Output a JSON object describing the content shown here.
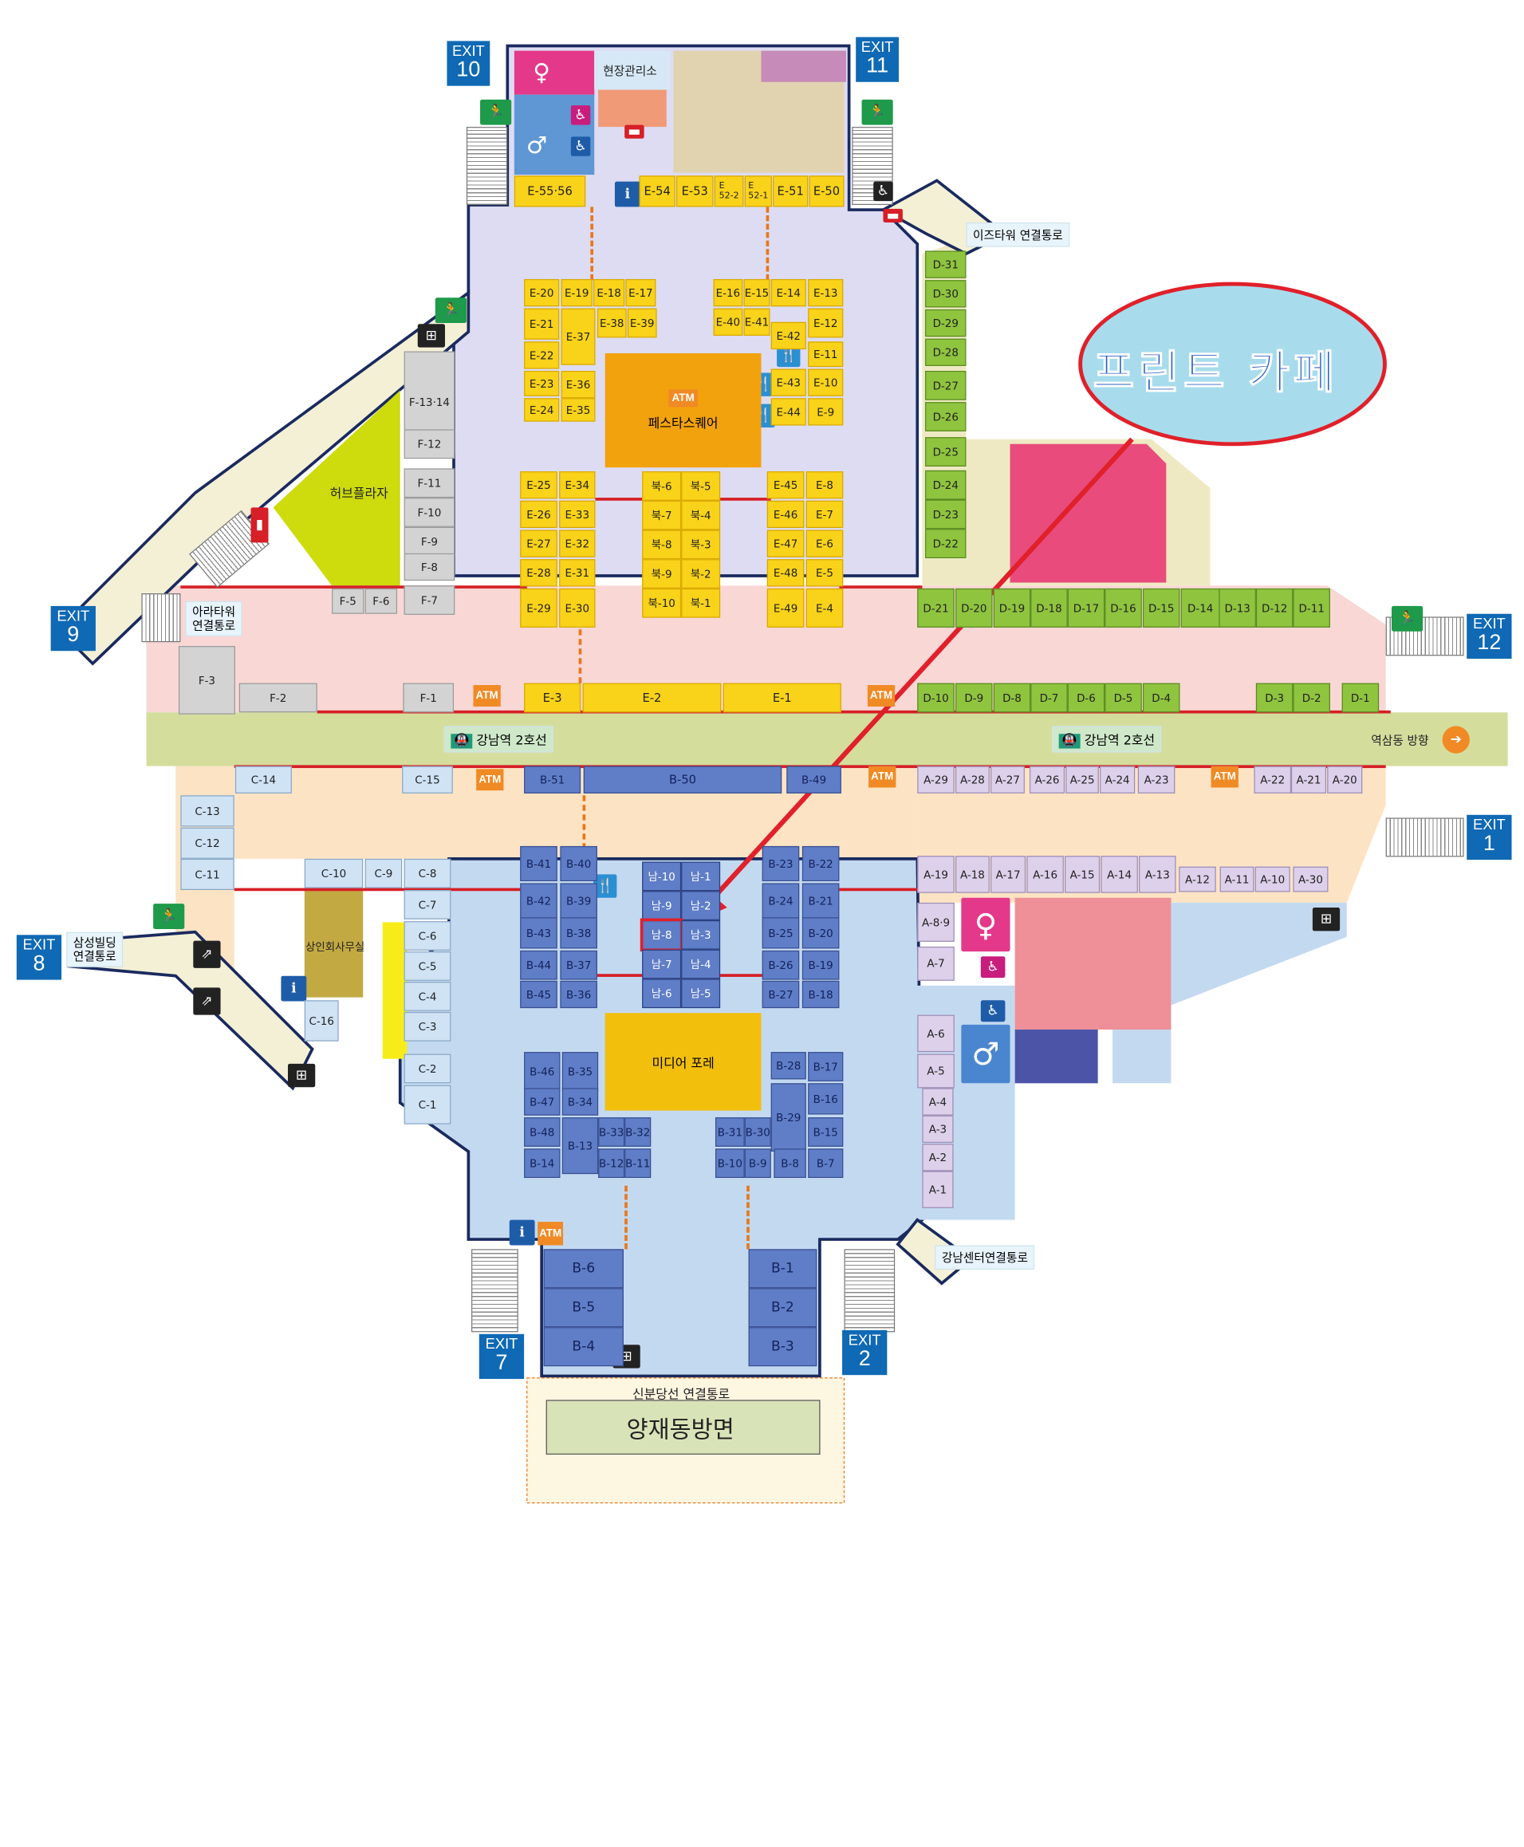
{
  "exits": [
    {
      "id": "exit-10",
      "label": "EXIT",
      "number": "10"
    },
    {
      "id": "exit-11",
      "label": "EXIT",
      "number": "11"
    },
    {
      "id": "exit-9",
      "label": "EXIT",
      "number": "9"
    },
    {
      "id": "exit-12",
      "label": "EXIT",
      "number": "12"
    },
    {
      "id": "exit-8",
      "label": "EXIT",
      "number": "8"
    },
    {
      "id": "exit-1",
      "label": "EXIT",
      "number": "1"
    },
    {
      "id": "exit-7",
      "label": "EXIT",
      "number": "7"
    },
    {
      "id": "exit-2",
      "label": "EXIT",
      "number": "2"
    }
  ],
  "labels": {
    "site_office": "현장관리소",
    "ez_tower": "이즈타워 연결통로",
    "hub_plaza": "허브플라자",
    "ara_tower": "아라타워\n연결통로",
    "samsung_building": "삼성빌딩\n연결통로",
    "festa_square": "페스타스퀘어",
    "media_pore": "미디어 포레",
    "merchants_office": "상인회사무실",
    "line2_left": "강남역 2호선",
    "line2_right": "강남역 2호선",
    "yeoksam": "역삼동 방향",
    "gangnam_center": "강남센터연결통로",
    "sinbundang": "신분당선 연결통로",
    "yangjae": "양재동방면",
    "callout": "프린트 카페",
    "atm": "ATM"
  },
  "stalls": {
    "e_top": [
      "E-55·56",
      "E-54",
      "E-53",
      "E\n52-2",
      "E\n52-1",
      "E-51",
      "E-50"
    ],
    "e_left": [
      "E-20",
      "E-19",
      "E-18",
      "E-17",
      "E-21",
      "E-37",
      "E-38",
      "E-39",
      "E-22",
      "E-23",
      "E-36",
      "E-24",
      "E-35",
      "E-25",
      "E-34",
      "E-26",
      "E-33",
      "E-27",
      "E-32",
      "E-28",
      "E-31",
      "E-29",
      "E-30"
    ],
    "e_right": [
      "E-16",
      "E-15",
      "E-14",
      "E-13",
      "E-40",
      "E-41",
      "E-12",
      "E-42",
      "E-11",
      "E-43",
      "E-10",
      "E-44",
      "E-9",
      "E-45",
      "E-8",
      "E-46",
      "E-7",
      "E-47",
      "E-6",
      "E-48",
      "E-5",
      "E-49",
      "E-4"
    ],
    "north": [
      "북-6",
      "북-5",
      "북-7",
      "북-4",
      "북-8",
      "북-3",
      "북-9",
      "북-2",
      "북-10",
      "북-1"
    ],
    "e_bottom": [
      "E-3",
      "E-2",
      "E-1"
    ],
    "f": [
      "F-13·14",
      "F-12",
      "F-11",
      "F-10",
      "F-9",
      "F-8",
      "F-5",
      "F-6",
      "F-7",
      "F-3",
      "F-2",
      "F-1"
    ],
    "d_col": [
      "D-31",
      "D-30",
      "D-29",
      "D-28",
      "D-27",
      "D-26",
      "D-25",
      "D-24",
      "D-23",
      "D-22"
    ],
    "d_row1": [
      "D-21",
      "D-20",
      "D-19",
      "D-18",
      "D-17",
      "D-16",
      "D-15",
      "D-14",
      "D-13",
      "D-12",
      "D-11"
    ],
    "d_row2": [
      "D-10",
      "D-9",
      "D-8",
      "D-7",
      "D-6",
      "D-5",
      "D-4",
      "D-3",
      "D-2",
      "D-1"
    ],
    "c": [
      "C-14",
      "C-13",
      "C-12",
      "C-11",
      "C-15",
      "C-10",
      "C-9",
      "C-8",
      "C-7",
      "C-6",
      "C-5",
      "C-4",
      "C-3",
      "C-16",
      "C-2",
      "C-1"
    ],
    "b_top": [
      "B-51",
      "B-50",
      "B-49"
    ],
    "b_left": [
      "B-41",
      "B-40",
      "B-42",
      "B-39",
      "B-43",
      "B-38",
      "B-44",
      "B-37",
      "B-45",
      "B-36",
      "B-46",
      "B-35",
      "B-47",
      "B-34",
      "B-48",
      "B-13",
      "B-33",
      "B-32",
      "B-14",
      "B-12",
      "B-11"
    ],
    "b_right": [
      "B-23",
      "B-22",
      "B-24",
      "B-21",
      "B-25",
      "B-20",
      "B-26",
      "B-19",
      "B-27",
      "B-18",
      "B-28",
      "B-17",
      "B-16",
      "B-29",
      "B-15",
      "B-31",
      "B-30",
      "B-10",
      "B-9",
      "B-8",
      "B-7"
    ],
    "south": [
      "남-10",
      "남-1",
      "남-9",
      "남-2",
      "남-8",
      "남-3",
      "남-7",
      "남-4",
      "남-6",
      "남-5"
    ],
    "b_exit": [
      "B-6",
      "B-5",
      "B-4",
      "B-1",
      "B-2",
      "B-3"
    ],
    "a_top": [
      "A-29",
      "A-28",
      "A-27",
      "A-26",
      "A-25",
      "A-24",
      "A-23",
      "A-22",
      "A-21",
      "A-20"
    ],
    "a_mid": [
      "A-19",
      "A-18",
      "A-17",
      "A-16",
      "A-15",
      "A-14",
      "A-13",
      "A-12",
      "A-11",
      "A-10",
      "A-30"
    ],
    "a_col": [
      "A-8·9",
      "A-7",
      "A-6",
      "A-5",
      "A-4",
      "A-3",
      "A-2",
      "A-1"
    ]
  },
  "highlight": {
    "stall": "남-8",
    "color": "#e0202a"
  },
  "colors": {
    "e_zone": "#f9d21a",
    "d_zone": "#8fc43f",
    "b_zone": "#5f7ec7",
    "a_zone": "#ddd0ea",
    "f_zone": "#d3d3d3",
    "track": "#d4dd9c",
    "exit": "#0f69b4",
    "atm": "#f08a24",
    "callout_fill": "#a8dcec",
    "callout_stroke": "#e0202a"
  }
}
